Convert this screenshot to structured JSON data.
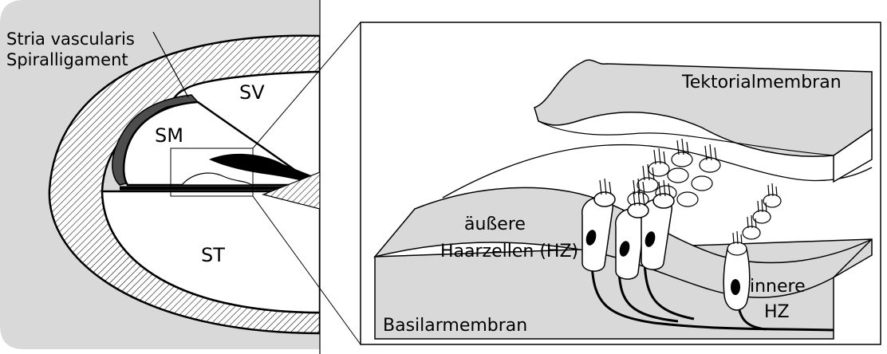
{
  "left_panel": {
    "labels": {
      "stria": "Stria vascularis",
      "spiral": "Spiralligament",
      "sv": "SV",
      "sm": "SM",
      "st": "ST"
    }
  },
  "right_panel": {
    "labels": {
      "tektorial": "Tektorialmembran",
      "outer_line1": "äußere",
      "outer_line2": "Haarzellen (HZ)",
      "inner_line1": "innere",
      "inner_line2": "HZ",
      "basilar": "Basilarmembran"
    }
  },
  "colors": {
    "fill_gray": "#d9d9d9",
    "dark": "#4d4d4d",
    "line": "#000000"
  }
}
